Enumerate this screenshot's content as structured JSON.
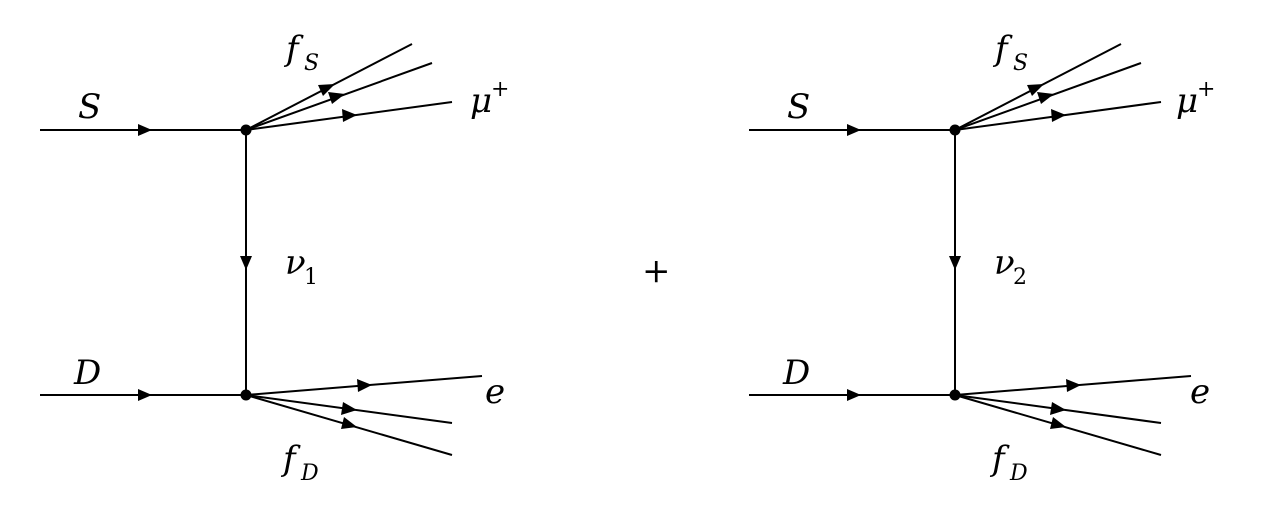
{
  "diagrams": [
    {
      "incoming_top": "S",
      "incoming_bottom": "D",
      "top_spray_label": "f",
      "top_spray_sub": "S",
      "top_out_label": "μ",
      "top_out_sup": "+",
      "propagator_label": "ν",
      "propagator_sub": "1",
      "bottom_spray_label": "f",
      "bottom_spray_sub": "D",
      "bottom_out_label": "e"
    },
    {
      "incoming_top": "S",
      "incoming_bottom": "D",
      "top_spray_label": "f",
      "top_spray_sub": "S",
      "top_out_label": "μ",
      "top_out_sup": "+",
      "propagator_label": "ν",
      "propagator_sub": "2",
      "bottom_spray_label": "f",
      "bottom_spray_sub": "D",
      "bottom_out_label": "e"
    }
  ],
  "operator": "+"
}
